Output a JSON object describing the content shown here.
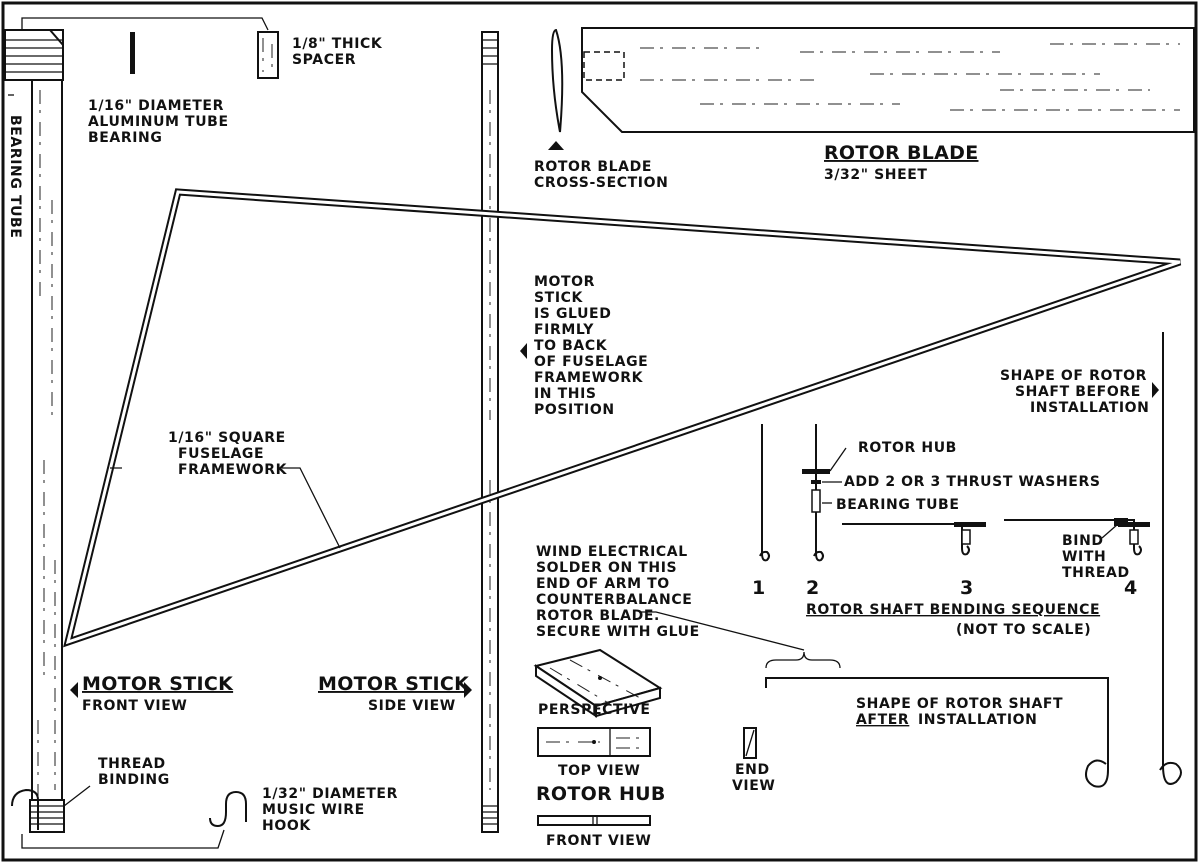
{
  "labels": {
    "bearing_tube": "BEARING TUBE",
    "spacer": [
      "1/8\" THICK",
      "SPACER"
    ],
    "aluminum_tube": [
      "1/16\" DIAMETER",
      "ALUMINUM TUBE",
      "BEARING"
    ],
    "blade_cross_section": [
      "ROTOR BLADE",
      "CROSS-SECTION"
    ],
    "rotor_blade_title": "ROTOR BLADE",
    "rotor_blade_sheet": "3/32\" SHEET",
    "motor_stick_note": [
      "MOTOR",
      "STICK",
      "IS GLUED",
      "FIRMLY",
      "TO BACK",
      "OF FUSELAGE",
      "FRAMEWORK",
      "IN THIS",
      "POSITION"
    ],
    "fuselage_framework": [
      "1/16\" SQUARE",
      "FUSELAGE",
      "FRAMEWORK"
    ],
    "shaft_before": [
      "SHAPE OF ROTOR",
      "SHAFT BEFORE",
      "INSTALLATION"
    ],
    "rotor_hub_callout": "ROTOR HUB",
    "thrust_washers": "ADD 2 OR 3 THRUST WASHERS",
    "bearing_tube_callout": "BEARING TUBE",
    "bind_with_thread": [
      "BIND",
      "WITH",
      "THREAD"
    ],
    "step_numbers": [
      "1",
      "2",
      "3",
      "4"
    ],
    "bending_sequence_title": "ROTOR SHAFT BENDING SEQUENCE",
    "not_to_scale": "(NOT TO SCALE)",
    "solder_note": [
      "WIND ELECTRICAL",
      "SOLDER ON THIS",
      "END OF ARM TO",
      "COUNTERBALANCE",
      "ROTOR BLADE.",
      "SECURE WITH GLUE"
    ],
    "motor_stick_front_title": "MOTOR STICK",
    "motor_stick_front_sub": "FRONT VIEW",
    "motor_stick_side_title": "MOTOR STICK",
    "motor_stick_side_sub": "SIDE VIEW",
    "perspective": "PERSPECTIVE",
    "top_view": "TOP VIEW",
    "rotor_hub_title": "ROTOR HUB",
    "hub_front_view": "FRONT VIEW",
    "shaft_after": [
      "SHAPE OF ROTOR SHAFT",
      "AFTER",
      "INSTALLATION"
    ],
    "end_view": [
      "END",
      "VIEW"
    ],
    "thread_binding": [
      "THREAD",
      "BINDING"
    ],
    "music_wire_hook": [
      "1/32\" DIAMETER",
      "MUSIC WIRE",
      "HOOK"
    ]
  }
}
